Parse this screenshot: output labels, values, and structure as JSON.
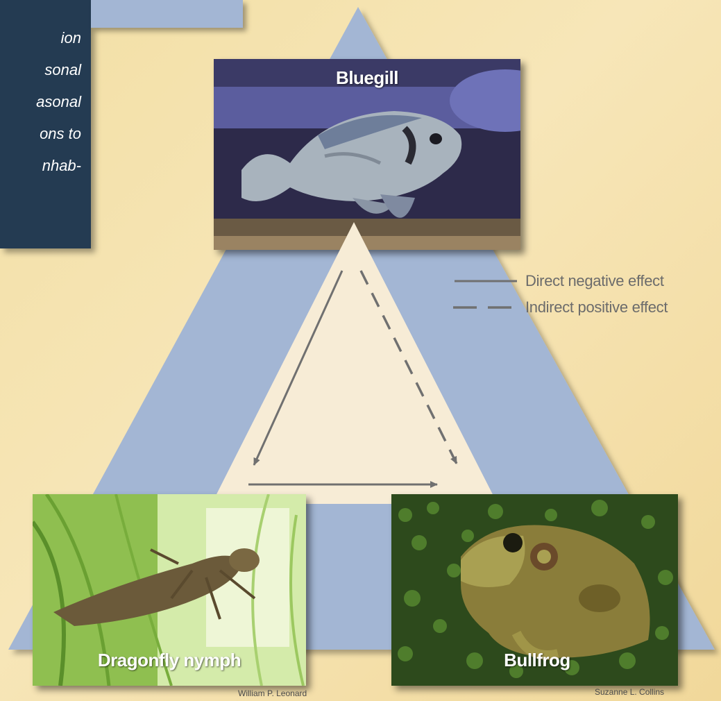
{
  "sidebar": {
    "lines": [
      "ion",
      "sonal",
      "asonal",
      "ons to",
      "nhab-"
    ]
  },
  "nodes": {
    "top": {
      "label": "Bluegill"
    },
    "bottom_left": {
      "label": "Dragonfly nymph"
    },
    "bottom_right": {
      "label": "Bullfrog"
    }
  },
  "edges": [
    {
      "from": "Bluegill",
      "to": "Dragonfly nymph",
      "style": "solid"
    },
    {
      "from": "Bluegill",
      "to": "Bullfrog",
      "style": "dashed"
    },
    {
      "from": "Dragonfly nymph",
      "to": "Bullfrog",
      "style": "solid"
    }
  ],
  "legend": {
    "solid": "Direct  negative effect",
    "dashed": "Indirect  positive effect"
  },
  "credits": {
    "left": "William P. Leonard",
    "right": "Suzanne L. Collins"
  },
  "colors": {
    "background": "#f2dfa5",
    "big_triangle": "#a3b6d4",
    "inner_triangle": "#f7ecd6",
    "arrow": "#707070",
    "sidebar": "#243b52"
  }
}
